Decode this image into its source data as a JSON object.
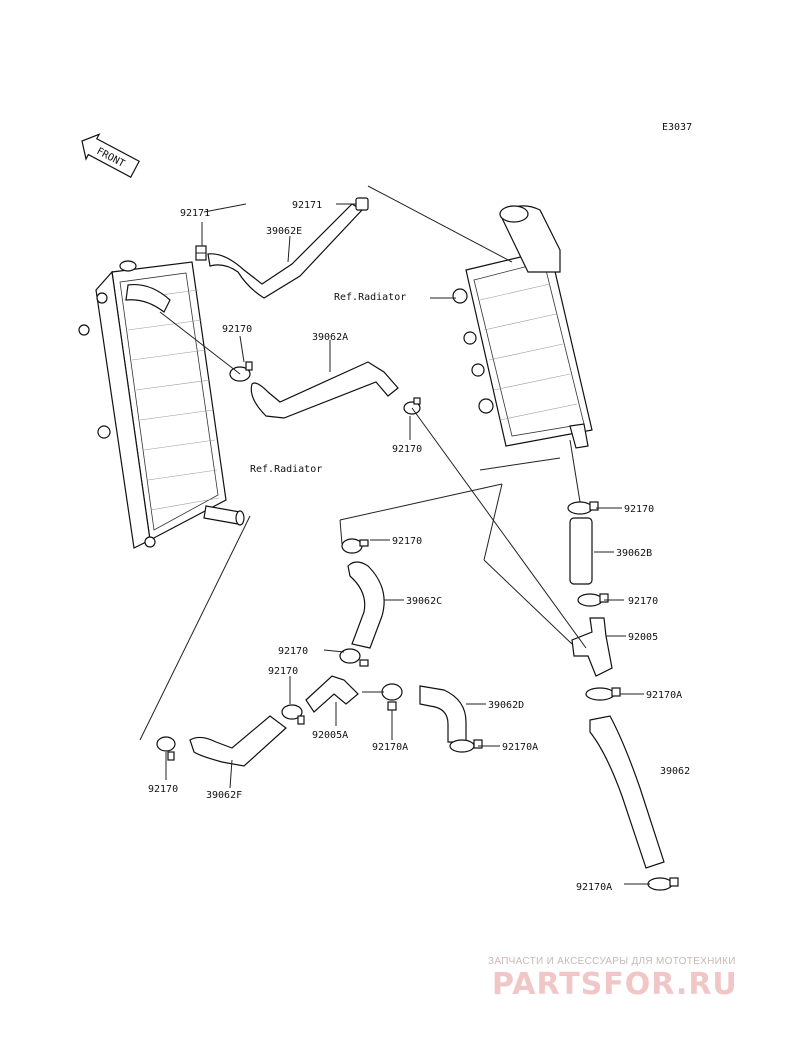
{
  "diagram_code": "E3037",
  "front_label": "FRONT",
  "ref_labels": {
    "radiator_right": "Ref.Radiator",
    "radiator_left": "Ref.Radiator"
  },
  "part_labels": {
    "p92171_a": "92171",
    "p92171_b": "92171",
    "p39062E": "39062E",
    "p92170_a": "92170",
    "p39062A": "39062A",
    "p92170_b": "92170",
    "p92170_c": "92170",
    "p92170_d": "92170",
    "p39062B": "39062B",
    "p92170_e": "92170",
    "p39062C": "39062C",
    "p92005": "92005",
    "p92170_f": "92170",
    "p92170_g": "92170",
    "p92170A_a": "92170A",
    "p39062D": "39062D",
    "p92005A": "92005A",
    "p92170A_b": "92170A",
    "p92170A_c": "92170A",
    "p39062": "39062",
    "p92170_h": "92170",
    "p39062F": "39062F",
    "p92170A_d": "92170A"
  },
  "watermark": {
    "tagline": "ЗАПЧАСТИ И АКСЕССУАРЫ ДЛЯ МОТОТЕХНИКИ",
    "logo": "PARTSFOR.RU"
  }
}
